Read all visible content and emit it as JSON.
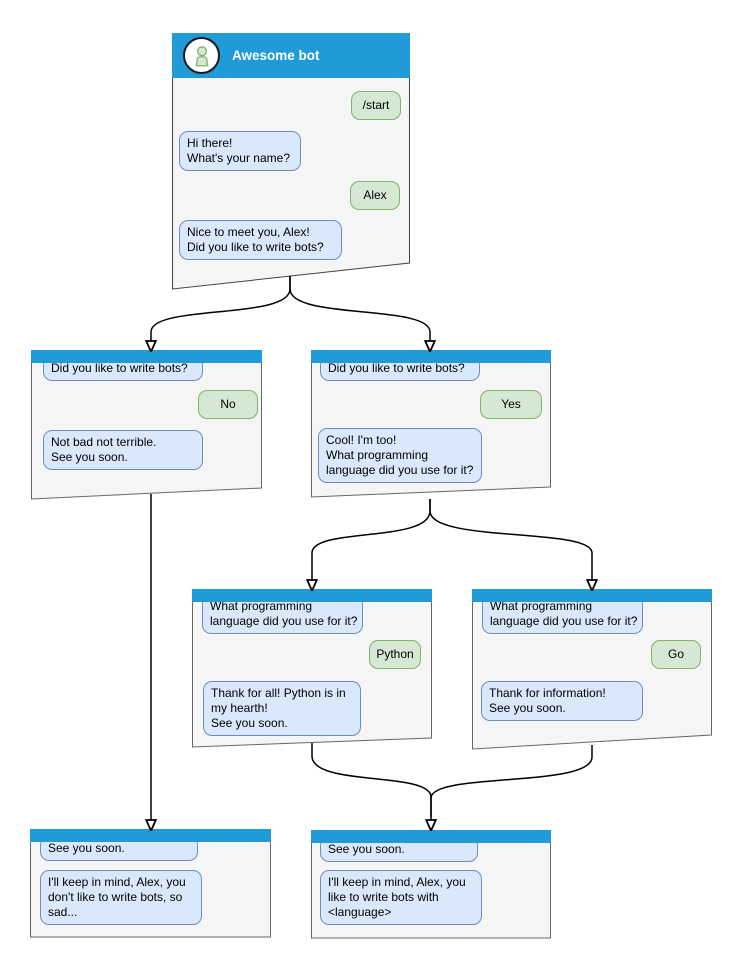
{
  "window": {
    "title": "Awesome bot"
  },
  "icons": {
    "bot_avatar": "person-icon"
  },
  "colors": {
    "header_blue": "#219bd7",
    "box_fill": "#f5f5f5",
    "box_border": "#666666",
    "bot_bubble_fill": "#dae8fc",
    "bot_bubble_border": "#6c8ebf",
    "user_bubble_fill": "#d5e8d4",
    "user_bubble_border": "#82b366",
    "title_text": "#ffffff",
    "arrow": "#000000"
  },
  "boxes": {
    "start": {
      "messages": [
        {
          "from": "user",
          "text": "/start"
        },
        {
          "from": "bot",
          "text": "Hi there!\nWhat's your name?"
        },
        {
          "from": "user",
          "text": "Alex"
        },
        {
          "from": "bot",
          "text": "Nice to meet you, Alex!\nDid you like to write bots?"
        }
      ]
    },
    "branch_no": {
      "messages": [
        {
          "from": "bot",
          "text": "Did you like to write bots?"
        },
        {
          "from": "user",
          "text": "No"
        },
        {
          "from": "bot",
          "text": "Not bad not terrible.\nSee you soon."
        }
      ]
    },
    "branch_yes": {
      "messages": [
        {
          "from": "bot",
          "text": "Did you like to write bots?"
        },
        {
          "from": "user",
          "text": "Yes"
        },
        {
          "from": "bot",
          "text": "Cool! I'm too!\nWhat programming\nlanguage did you use for it?"
        }
      ]
    },
    "lang_python": {
      "messages": [
        {
          "from": "bot",
          "text": "What programming\nlanguage did you use for it?"
        },
        {
          "from": "user",
          "text": "Python"
        },
        {
          "from": "bot",
          "text": "Thank for all! Python is in\nmy hearth!\nSee you soon."
        }
      ]
    },
    "lang_go": {
      "messages": [
        {
          "from": "bot",
          "text": "What programming\nlanguage did you use for it?"
        },
        {
          "from": "user",
          "text": "Go"
        },
        {
          "from": "bot",
          "text": "Thank for information!\nSee you soon."
        }
      ]
    },
    "final_no": {
      "messages": [
        {
          "from": "bot",
          "text": "See you soon."
        },
        {
          "from": "bot",
          "text": "I'll keep in mind, Alex, you\ndon't like to write bots, so\nsad..."
        }
      ]
    },
    "final_yes": {
      "messages": [
        {
          "from": "bot",
          "text": "See you soon."
        },
        {
          "from": "bot",
          "text": "I'll keep in mind, Alex, you\nlike to write bots with\n<language>"
        }
      ]
    }
  }
}
